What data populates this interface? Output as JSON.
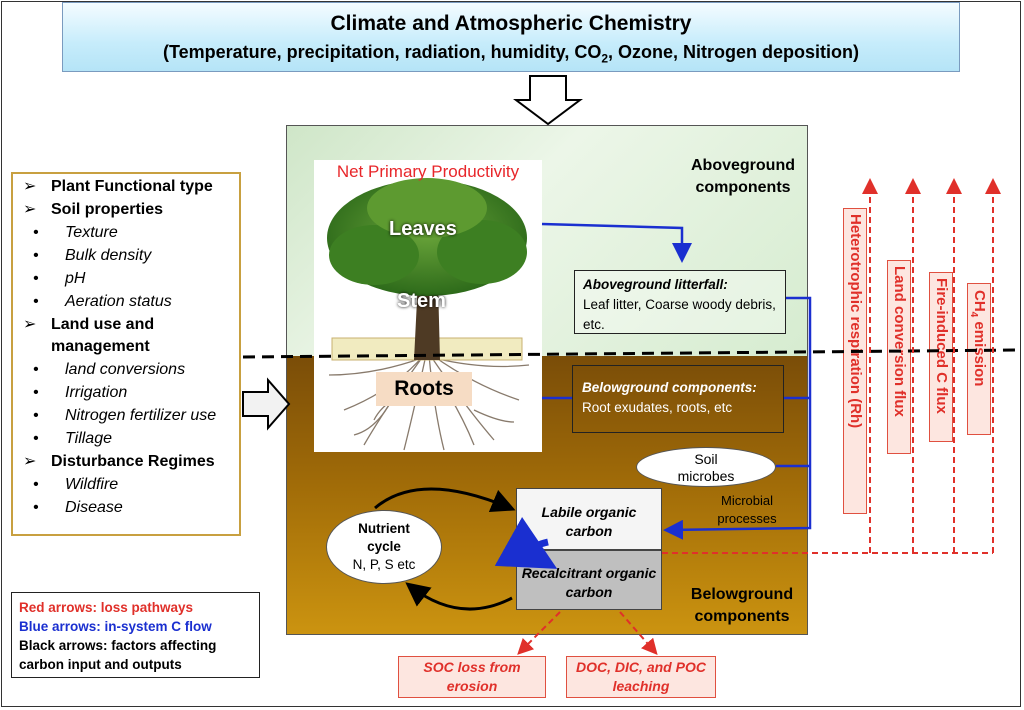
{
  "climate": {
    "title": "Climate and Atmospheric Chemistry",
    "subtitle_pre": "(Temperature, precipitation, radiation, humidity, CO",
    "subtitle_sub": "2",
    "subtitle_post": ", Ozone, Nitrogen deposition)"
  },
  "main": {
    "aboveground_label": "Aboveground components",
    "belowground_label": "Belowground components"
  },
  "tree": {
    "npp": "Net Primary Productivity",
    "leaves": "Leaves",
    "stem": "Stem",
    "roots": "Roots"
  },
  "factors": {
    "heading1": "Plant Functional type",
    "heading2": "Soil properties",
    "soil": [
      "Texture",
      "Bulk density",
      "pH",
      "Aeration status"
    ],
    "heading3_line1": "Land use and",
    "heading3_line2": "management",
    "land": [
      "land conversions",
      "Irrigation",
      "Nitrogen fertilizer use",
      "Tillage"
    ],
    "heading4": "Disturbance Regimes",
    "disturbance": [
      "Wildfire",
      "Disease"
    ]
  },
  "litterfall": {
    "title": "Aboveground litterfall:",
    "text": "Leaf litter, Coarse woody debris, etc."
  },
  "belowground_box": {
    "title": "Belowground components:",
    "text": "Root exudates, roots, etc"
  },
  "soil_microbes": {
    "line1": "Soil",
    "line2": "microbes"
  },
  "microbial_processes": "Microbial processes",
  "labile": "Labile organic carbon",
  "recalcitrant": "Recalcitrant organic carbon",
  "nutrient": {
    "line1": "Nutrient",
    "line2": "cycle",
    "line3": "N, P, S etc"
  },
  "losses_vertical": {
    "rh": "Heterotrophic respiration (Rh)",
    "land": "Land conversion flux",
    "fire": "Fire-induced C flux",
    "ch4_pre": "CH",
    "ch4_sub": "4",
    "ch4_post": " emission"
  },
  "losses_bottom": {
    "erosion": "SOC loss from erosion",
    "leaching": "DOC, DIC, and POC leaching"
  },
  "legend": {
    "red": "Red arrows: loss pathways",
    "blue": "Blue arrows: in-system C flow",
    "black": "Black arrows: factors affecting carbon input and outputs"
  },
  "colors": {
    "red": "#e0302a",
    "blue": "#1a2fd0",
    "brown": "#a06b08",
    "green": "#cfe6c8"
  }
}
